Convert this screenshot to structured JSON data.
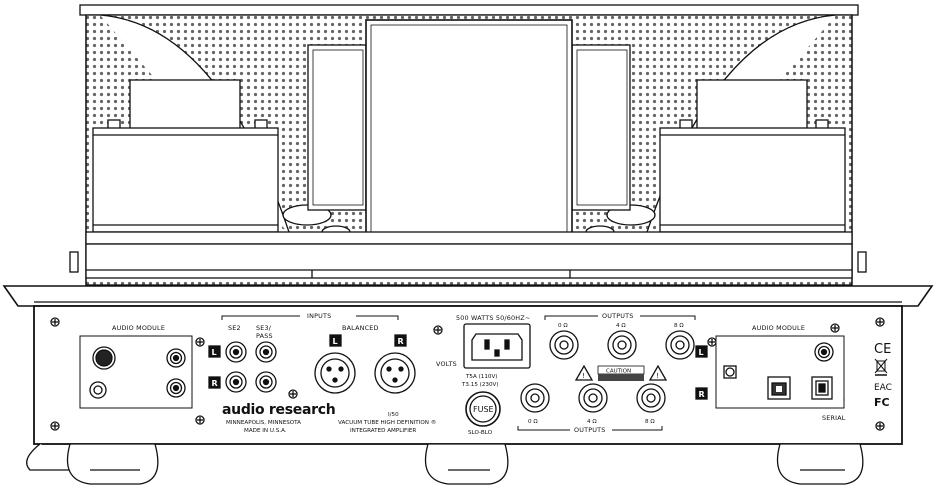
{
  "panel": {
    "audio_module_left": "AUDIO MODULE",
    "audio_module_right": "AUDIO MODULE",
    "inputs_title": "INPUTS",
    "se2": "SE2",
    "se3_pass_line1": "SE3/",
    "se3_pass_line2": "PASS",
    "balanced": "BALANCED",
    "ch_left": "L",
    "ch_right": "R",
    "power_rating": "500 WATTS 50/60HZ~",
    "volts": "VOLTS",
    "fuse_rating_1": "T5A (110V)",
    "fuse_rating_2": "T3.15 (230V)",
    "fuse": "FUSE",
    "fuse_type": "SLO-BLO",
    "outputs_top": "OUTPUTS",
    "outputs_bottom": "OUTPUTS",
    "ohm_0": "0 Ω",
    "ohm_4": "4 Ω",
    "ohm_8": "8 Ω",
    "caution": "CAUTION",
    "brand": "audio research",
    "city": "MINNEAPOLIS, MINNESOTA",
    "made_in": "MADE IN U.S.A.",
    "model": "I/50",
    "description_1": "VACUUM TUBE HIGH DEFINITION ®",
    "description_2": "INTEGRATED AMPLIFIER",
    "serial": "SERIAL",
    "cert_ce": "CE",
    "cert_eac": "EAC",
    "cert_fc": "FC"
  }
}
